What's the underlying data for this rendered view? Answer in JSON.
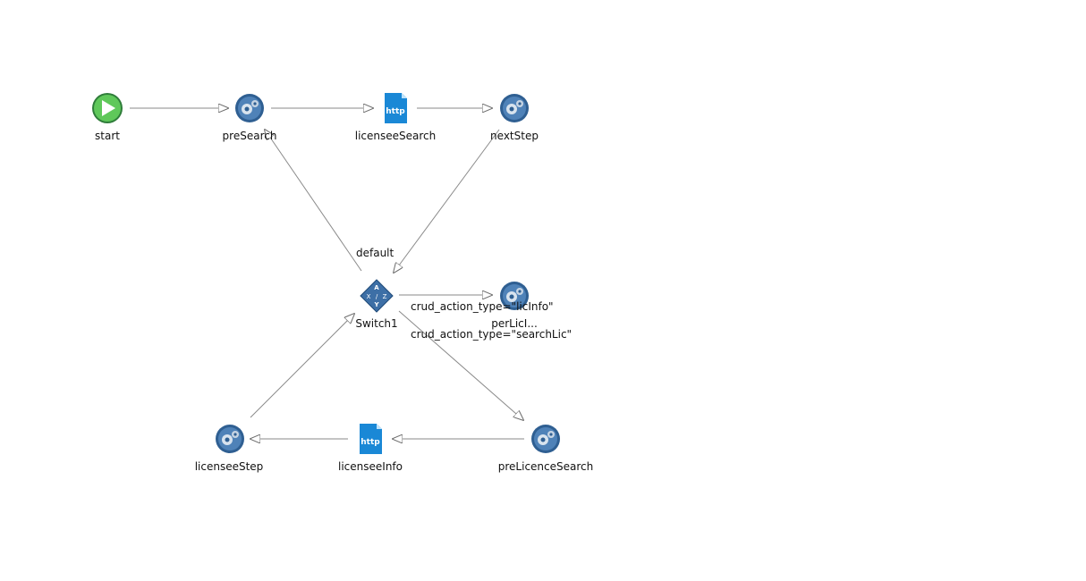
{
  "nodes": {
    "start": {
      "label": "start",
      "icon": "play-icon"
    },
    "preSearch": {
      "label": "preSearch",
      "icon": "gear-icon"
    },
    "licenseeSearch": {
      "label": "licenseeSearch",
      "icon": "http-icon"
    },
    "nextStep": {
      "label": "nextStep",
      "icon": "gear-icon"
    },
    "switch1": {
      "label": "Switch1",
      "icon": "switch-icon"
    },
    "perLic": {
      "label": "perLicI...",
      "icon": "gear-icon"
    },
    "licenseeStep": {
      "label": "licenseeStep",
      "icon": "gear-icon"
    },
    "licenseeInfo": {
      "label": "licenseeInfo",
      "icon": "http-icon"
    },
    "preLicenceSearch": {
      "label": "preLicenceSearch",
      "icon": "gear-icon"
    }
  },
  "edges": {
    "default": "default",
    "licInfo": "crud_action_type=\"licInfo\"",
    "searchLic": "crud_action_type=\"searchLic\""
  },
  "icons": {
    "http_text": "http",
    "switch_letters": [
      "A",
      "X",
      "/",
      "Z",
      "Y"
    ]
  },
  "colors": {
    "line": "#8a8a8a",
    "play": "#5fc85a",
    "gear": "#2f5f92",
    "http": "#1a88d6"
  }
}
